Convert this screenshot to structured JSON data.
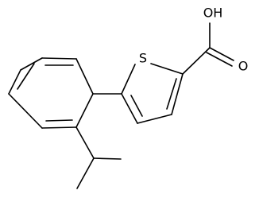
{
  "molecule": {
    "atom_labels": {
      "sulfur": "S",
      "hydroxyl": "OH",
      "carbonyl_oxygen": "O"
    }
  }
}
